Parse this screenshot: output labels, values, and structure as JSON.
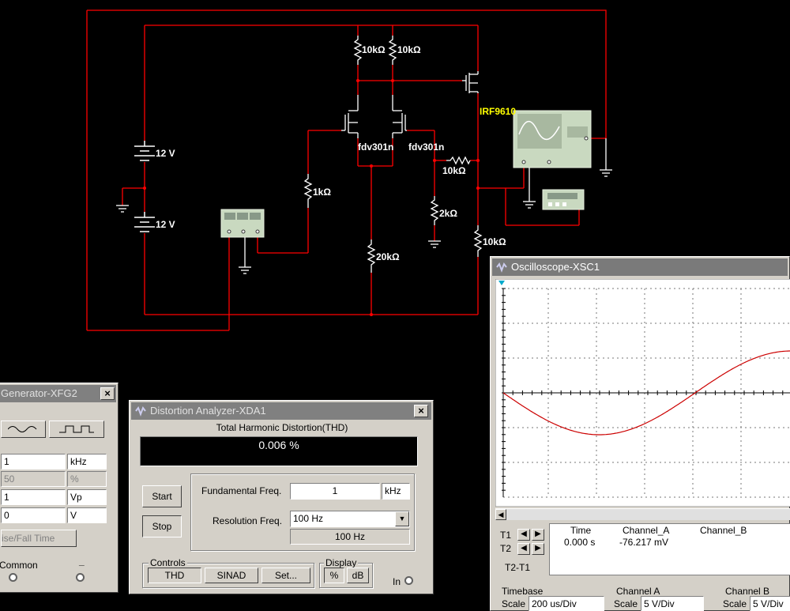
{
  "schematic": {
    "battery_top_label": "12 V",
    "battery_bottom_label": "12 V",
    "r_top_left": "10kΩ",
    "r_top_right": "10kΩ",
    "r_input": "1kΩ",
    "r_tail": "20kΩ",
    "r_feedback": "10kΩ",
    "r_ground": "2kΩ",
    "r_output": "10kΩ",
    "q_left": "fdv301n",
    "q_right": "fdv301n",
    "q_output": "IRF9610",
    "wire_color": "#ff0000",
    "label_color": "#ffffff",
    "part_label_color": "#ffff00"
  },
  "oscilloscope": {
    "title": "Oscilloscope-XSC1",
    "trace_color": "#cc0000",
    "t1_label": "T1",
    "t2_label": "T2",
    "t2t1_label": "T2-T1",
    "col_time": "Time",
    "col_a": "Channel_A",
    "col_b": "Channel_B",
    "t1_time": "0.000 s",
    "t1_a": "-76.217 mV",
    "timebase_title": "Timebase",
    "timebase_scale_label": "Scale",
    "timebase_scale": "200 us/Div",
    "channel_a_title": "Channel A",
    "channel_a_scale_label": "Scale",
    "channel_a_scale": "5  V/Div",
    "channel_b_title": "Channel B",
    "channel_b_scale_label": "Scale",
    "channel_b_scale": "5  V/Div"
  },
  "distortion": {
    "title": "Distortion Analyzer-XDA1",
    "close": "×",
    "thd_title": "Total Harmonic Distortion(THD)",
    "thd_value": "0.006 %",
    "start": "Start",
    "stop": "Stop",
    "fund_label": "Fundamental Freq.",
    "fund_value": "1",
    "fund_unit": "kHz",
    "res_label": "Resolution Freq.",
    "res_value": "100 Hz",
    "res_readout": "100 Hz",
    "controls_title": "Controls",
    "thd_btn": "THD",
    "sinad_btn": "SINAD",
    "set_btn": "Set...",
    "display_title": "Display",
    "pct_btn": "%",
    "db_btn": "dB",
    "in_label": "In"
  },
  "generator": {
    "title": "Generator-XFG2",
    "close": "×",
    "freq_value": "1",
    "freq_unit": "kHz",
    "duty_value": "50",
    "duty_unit": "%",
    "amp_value": "1",
    "amp_unit": "Vp",
    "offset_value": "0",
    "offset_unit": "V",
    "risefall_label": "ise/Fall Time",
    "common_label": "Common",
    "minus_label": "_"
  }
}
